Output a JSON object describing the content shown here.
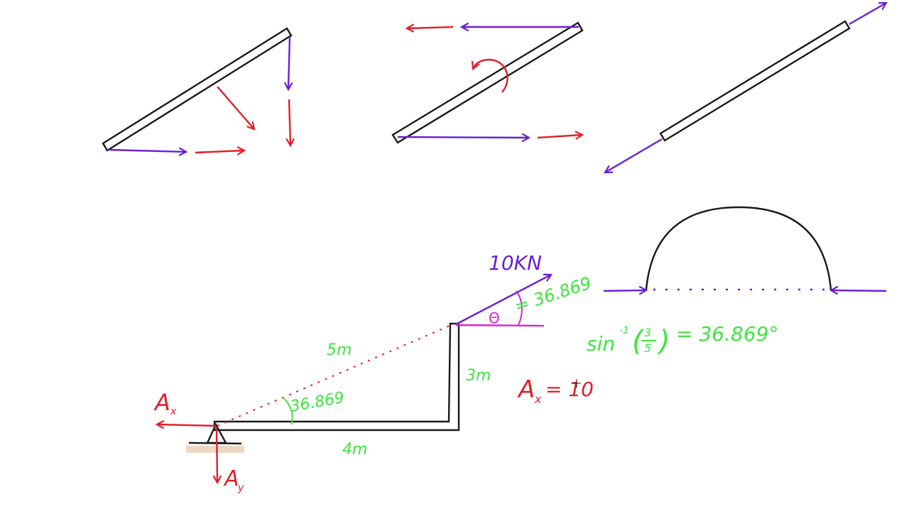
{
  "colors": {
    "ink": "#1a1a1a",
    "red": "#e0202a",
    "purple": "#6a1fd6",
    "green": "#3ee63e",
    "magenta": "#d424d4"
  },
  "labels": {
    "force": "10KN",
    "angle_top": "= 36.869",
    "theta": "Θ",
    "hyp": "5m",
    "height": "3m",
    "base": "4m",
    "angle_bottom": "36.869",
    "ax": "A",
    "ax_sub": "x",
    "ay": "A",
    "ay_sub": "y",
    "eq_lhs": "A",
    "eq_sub": "x",
    "eq_rhs": "= 10",
    "sin_inv": "sin",
    "sin_exp": "-1",
    "frac_num": "3",
    "frac_den": "5",
    "sin_result": "= 36.869°"
  }
}
